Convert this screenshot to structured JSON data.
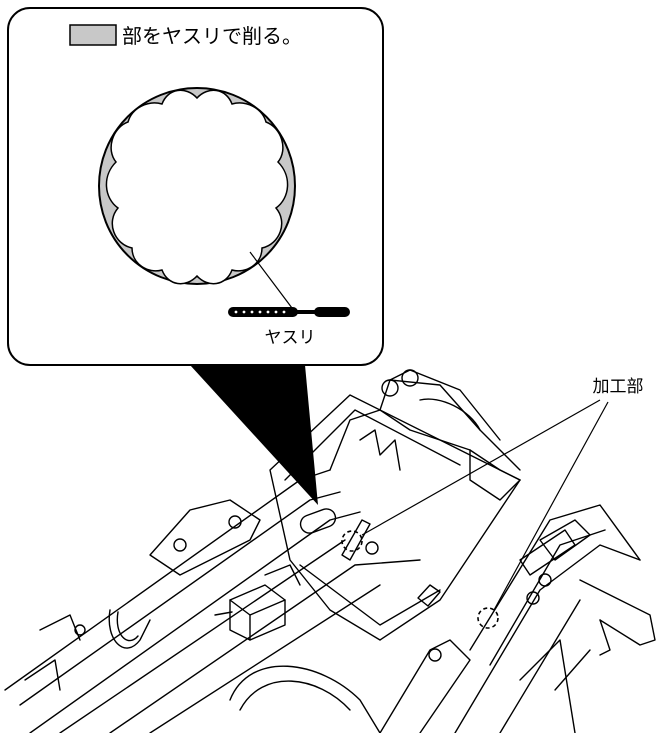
{
  "callout": {
    "legend_text": "部をヤスリで削る。",
    "legend_swatch_color": "#c8c8c8",
    "tool_label": "ヤスリ"
  },
  "annotation": {
    "machined_label": "加工部"
  },
  "colors": {
    "line": "#000000",
    "shaded": "#c8c8c8",
    "background": "#ffffff"
  },
  "icons": {
    "file_tool": "file-icon",
    "dashed_marker": "dashed-circle-icon"
  }
}
